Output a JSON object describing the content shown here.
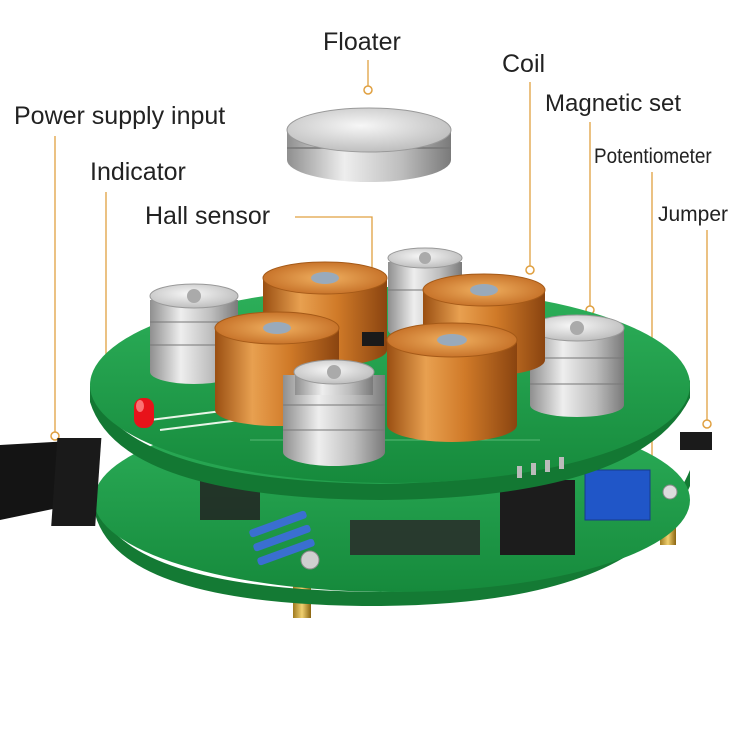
{
  "labels": {
    "floater": "Floater",
    "coil": "Coil",
    "magnetic_set": "Magnetic set",
    "potentiometer": "Potentiometer",
    "jumper": "Jumper",
    "power_supply_input": "Power supply input",
    "indicator": "Indicator",
    "hall_sensor": "Hall sensor"
  },
  "colors": {
    "leader_line": "#e0a040",
    "pcb_green": "#1f9a48",
    "copper_coil": "#c9782a",
    "magnet_silver": "#c8c8c8",
    "led_red": "#e8121a"
  }
}
